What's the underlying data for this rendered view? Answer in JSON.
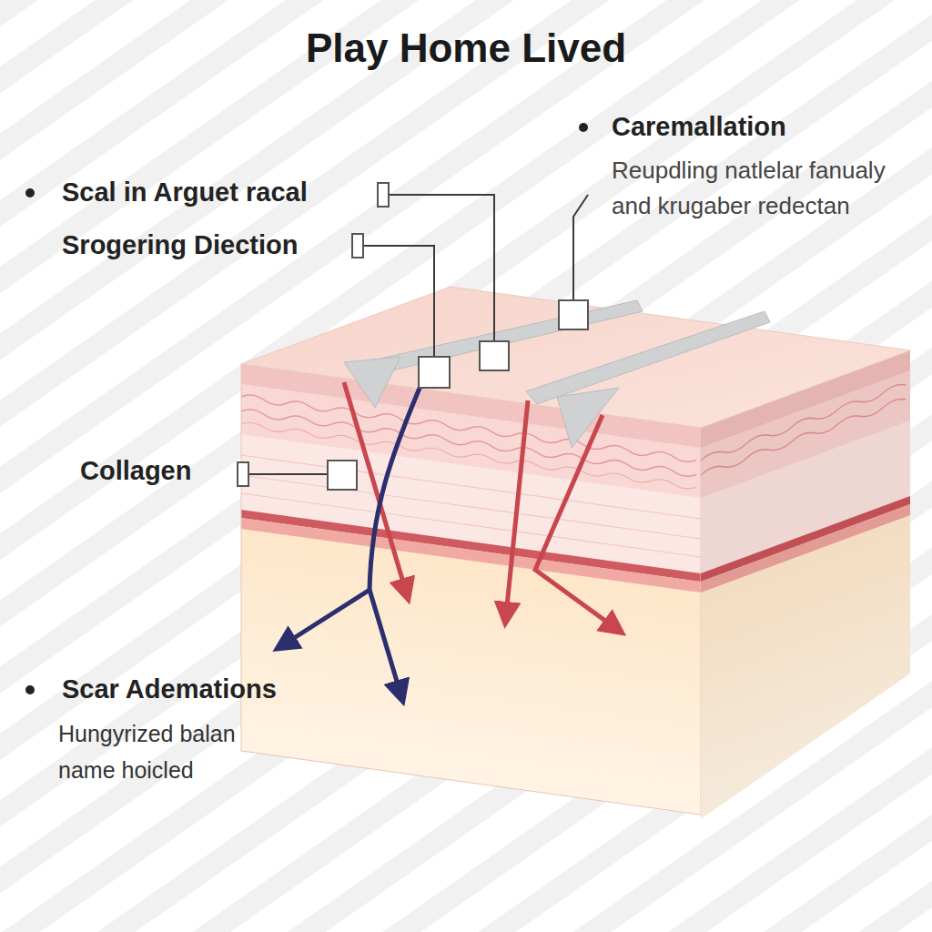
{
  "diagram": {
    "title": "Play Home Lived",
    "labels": [
      "Scal in Arguet racal",
      "Srogering Diection",
      "Caremallation",
      "Reupdling natlelar fanualy and krugaber redectan",
      "Collagen",
      "Scar Ademations",
      "Hungyrized balan name hoicled"
    ]
  }
}
